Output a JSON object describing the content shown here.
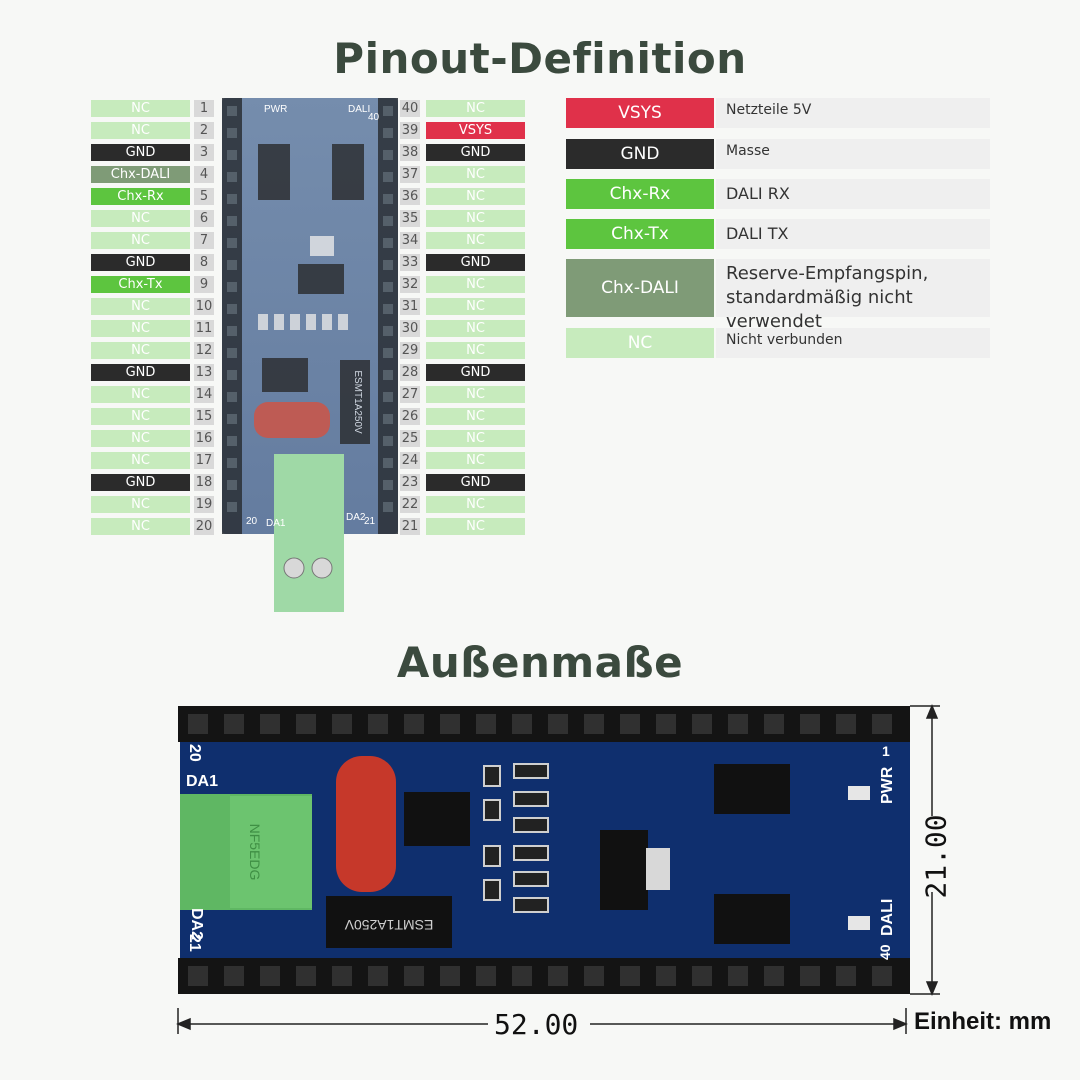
{
  "titles": {
    "pinout": "Pinout-Definition",
    "dimensions": "Außenmaße"
  },
  "colors": {
    "NC": "#c7ebbd",
    "GND": "#2b2b2b",
    "VSYS": "#e0314a",
    "Chx-Rx": "#5dc53f",
    "Chx-Tx": "#5dc53f",
    "Chx-DALI": "#7f9b77"
  },
  "pins_left": [
    {
      "num": "1",
      "label": "NC"
    },
    {
      "num": "2",
      "label": "NC"
    },
    {
      "num": "3",
      "label": "GND"
    },
    {
      "num": "4",
      "label": "Chx-DALI"
    },
    {
      "num": "5",
      "label": "Chx-Rx"
    },
    {
      "num": "6",
      "label": "NC"
    },
    {
      "num": "7",
      "label": "NC"
    },
    {
      "num": "8",
      "label": "GND"
    },
    {
      "num": "9",
      "label": "Chx-Tx"
    },
    {
      "num": "10",
      "label": "NC"
    },
    {
      "num": "11",
      "label": "NC"
    },
    {
      "num": "12",
      "label": "NC"
    },
    {
      "num": "13",
      "label": "GND"
    },
    {
      "num": "14",
      "label": "NC"
    },
    {
      "num": "15",
      "label": "NC"
    },
    {
      "num": "16",
      "label": "NC"
    },
    {
      "num": "17",
      "label": "NC"
    },
    {
      "num": "18",
      "label": "GND"
    },
    {
      "num": "19",
      "label": "NC"
    },
    {
      "num": "20",
      "label": "NC"
    }
  ],
  "pins_right": [
    {
      "num": "40",
      "label": "NC"
    },
    {
      "num": "39",
      "label": "VSYS"
    },
    {
      "num": "38",
      "label": "GND"
    },
    {
      "num": "37",
      "label": "NC"
    },
    {
      "num": "36",
      "label": "NC"
    },
    {
      "num": "35",
      "label": "NC"
    },
    {
      "num": "34",
      "label": "NC"
    },
    {
      "num": "33",
      "label": "GND"
    },
    {
      "num": "32",
      "label": "NC"
    },
    {
      "num": "31",
      "label": "NC"
    },
    {
      "num": "30",
      "label": "NC"
    },
    {
      "num": "29",
      "label": "NC"
    },
    {
      "num": "28",
      "label": "GND"
    },
    {
      "num": "27",
      "label": "NC"
    },
    {
      "num": "26",
      "label": "NC"
    },
    {
      "num": "25",
      "label": "NC"
    },
    {
      "num": "24",
      "label": "NC"
    },
    {
      "num": "23",
      "label": "GND"
    },
    {
      "num": "22",
      "label": "NC"
    },
    {
      "num": "21",
      "label": "NC"
    }
  ],
  "legend": [
    {
      "key": "VSYS",
      "desc": "Netzteile 5V"
    },
    {
      "key": "GND",
      "desc": "Masse"
    },
    {
      "key": "Chx-Rx",
      "desc": "DALI RX"
    },
    {
      "key": "Chx-Tx",
      "desc": "DALI TX"
    },
    {
      "key": "Chx-DALI",
      "desc": "Reserve-Empfangspin, standardmäßig nicht verwendet"
    },
    {
      "key": "NC",
      "desc": "Nicht verbunden"
    }
  ],
  "board_top": {
    "top_labels": {
      "pwr": "PWR",
      "dali": "DALI"
    },
    "num_40": "40",
    "num_20": "20",
    "num_21": "21",
    "da1": "DA1",
    "da2": "DA2",
    "fuse_text": "ESMT1A250V"
  },
  "board_dim": {
    "da1": "DA1",
    "da2": "DA2",
    "num_20": "20",
    "num_21": "21",
    "num_1": "1",
    "num_40": "40",
    "pwr": "PWR",
    "dali": "DALI",
    "fuse_text": "ESMT1A250V",
    "terminal_text": "NF5EDG"
  },
  "dimensions": {
    "width": "52.00",
    "height": "21.00",
    "unit_label": "Einheit: mm"
  }
}
